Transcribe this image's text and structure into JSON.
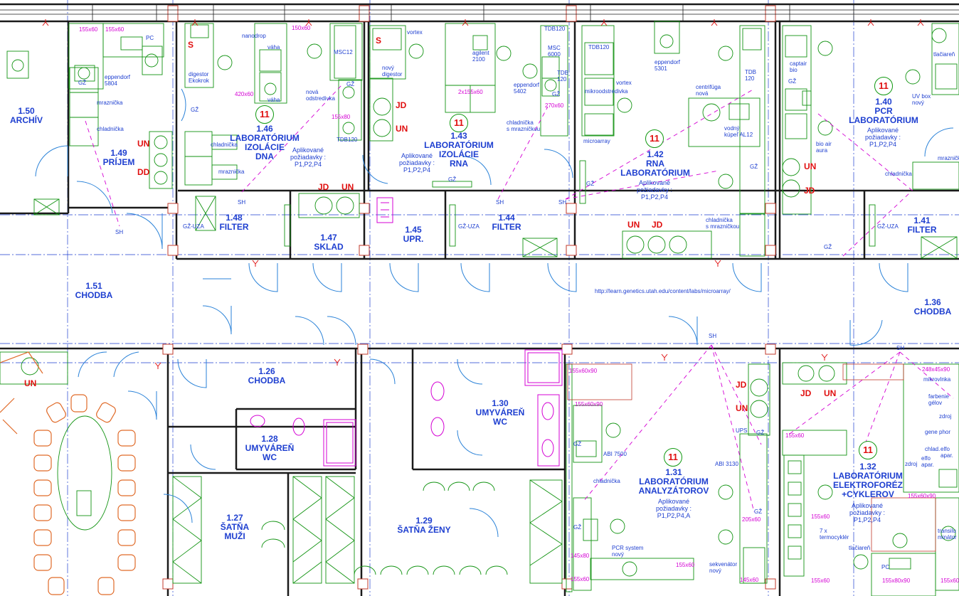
{
  "rooms": [
    {
      "id": "r150",
      "number": "1.50",
      "name": "ARCHÍV"
    },
    {
      "id": "r149",
      "number": "1.49",
      "name": "PRÍJEM"
    },
    {
      "id": "r146",
      "number": "1.46",
      "name": "LABORATÓRIUM IZOLÁCIE DNA",
      "line1": "LABORATÓRIUM",
      "line2": "IZOLÁCIE",
      "line3": "DNA"
    },
    {
      "id": "r143",
      "number": "1.43",
      "line1": "LABORATÓRIUM",
      "line2": "IZOLÁCIE",
      "line3": "RNA"
    },
    {
      "id": "r142",
      "number": "1.42",
      "line1": "RNA",
      "line2": "LABORATÓRIUM"
    },
    {
      "id": "r140",
      "number": "1.40",
      "line1": "PCR",
      "line2": "LABORATÓRIUM"
    },
    {
      "id": "r148",
      "number": "1.48",
      "name": "FILTER"
    },
    {
      "id": "r147",
      "number": "1.47",
      "name": "SKLAD"
    },
    {
      "id": "r145",
      "number": "1.45",
      "name": "UPR."
    },
    {
      "id": "r144",
      "number": "1.44",
      "name": "FILTER"
    },
    {
      "id": "r141",
      "number": "1.41",
      "name": "FILTER"
    },
    {
      "id": "r151",
      "number": "1.51",
      "name": "CHODBA"
    },
    {
      "id": "r136",
      "number": "1.36",
      "name": "CHODBA"
    },
    {
      "id": "r126",
      "number": "1.26",
      "name": "CHODBA"
    },
    {
      "id": "r128",
      "number": "1.28",
      "line1": "UMYVÁREŇ",
      "line2": "WC"
    },
    {
      "id": "r130",
      "number": "1.30",
      "line1": "UMYVÁREŇ",
      "line2": "WC"
    },
    {
      "id": "r127",
      "number": "1.27",
      "line1": "ŠATŇA",
      "line2": "MUŽI"
    },
    {
      "id": "r129",
      "number": "1.29",
      "name": "ŠATŇA ŽENY"
    },
    {
      "id": "r131",
      "number": "1.31",
      "line1": "LABORATÓRIUM",
      "line2": "ANALYZÁTOROV"
    },
    {
      "id": "r132",
      "number": "1.32",
      "line1": "LABORATÓRIUM",
      "line2": "ELEKTROFORÉZ",
      "line3": "+CYKLEROV"
    }
  ],
  "requirements": {
    "label1": "Aplikované",
    "label2": "požiadavky :",
    "r146": "P1,P2,P4",
    "r143": "P1,P2,P4",
    "r142": "P1,P2,P4",
    "r140": "P1,P2,P4",
    "r131": "P1,P2,P4,A",
    "r132": "P1,P2,P4"
  },
  "badge_value": "11",
  "marks": {
    "un": "UN",
    "dd": "DD",
    "jd": "JD",
    "s": "S"
  },
  "equipment": {
    "pc": "PC",
    "eppendorf_5804": "eppendorf\n5804",
    "gz": "GŽ",
    "mraznicka": "mraznička",
    "chladnicka": "chladnička",
    "digestor_ekokrok": "digestor\nEkokrok",
    "nanodrop": "nanodrop",
    "vaha": "váha",
    "msc12": "MSC12",
    "nova_odstredivka": "nová\nodstredivka",
    "tdb120": "TDB120",
    "vortex": "vortex",
    "novy_digestor": "nový\ndigestor",
    "agilent_2100": "agilent\n2100",
    "eppendorf_5402": "eppendorf\n5402",
    "chladnicka_s_mrazn": "chladnička\ns mrazničkou",
    "tdb120_b": "TDB120",
    "msc6000": "MSC\n6000",
    "tdb120_c": "TDB\n120",
    "mikrocentrifuga": "mikroodstredivka",
    "microarray": "microarray",
    "eppendorf_5301": "eppendorf\n5301",
    "centrifuga_nova": "centrifúga\nnová",
    "vodny_kupel": "vodný\nkúpeľ AL12",
    "tdb120_d": "TDB\n120",
    "captair_bio": "captair\nbio",
    "bio_air_aura": "bio air\naura",
    "tlaciaren": "tlačiareň",
    "uv_box_novy": "UV box\nnový",
    "gz_uza": "GŽ-UZA",
    "sh": "SH",
    "mikrovlnka": "mikrovlnka",
    "farbenie_gelov": "farbenie\ngélov",
    "zdroj": "zdroj",
    "gene_phor": "gene phor",
    "chlad_elfo": "chlad.",
    "elfo_apar": "elfo\napar.",
    "elfo_apar2": "elfo\napar.",
    "zdroj2": "zdroj",
    "abi_7500": "ABI 7500",
    "abi_3130": "ABI 3130",
    "ups": "UPS",
    "pcr_system_novy": "PCR system\nnový",
    "sekvenator_novy": "sekvenátor\nnový",
    "termocykler": "7 x\ntermocyklér",
    "transiluminator": "transilu\nminátor",
    "tlaciaren_2": "tlačiareň",
    "pc2": "PC"
  },
  "dimensions": {
    "d155x60": "155x60",
    "d150x60": "150x60",
    "d420x60": "420x60",
    "d155x80": "155x80",
    "d2x155x60": "2x155x60",
    "d270x60": "270x60",
    "d155x60x90": "155x60x90",
    "d145x80": "145x80",
    "d205x60": "205x60",
    "d145x60": "145x60",
    "d248x45x90": "248x45x90",
    "d155x60x90b": "155x60x90",
    "d155x60b": "155x60",
    "d155x80x90": "155x80x90"
  },
  "source_url": "http://learn.genetics.utah.edu/content/labs/microarray/",
  "colors": {
    "wall": "#1a1a1a",
    "room_label": "#1e3fd0",
    "equipment": "#129312",
    "door": "#2a82d8",
    "dimension": "#d400d4",
    "mark": "#e01010",
    "axis": "#1e3fd0",
    "furniture": "#e06a28"
  }
}
